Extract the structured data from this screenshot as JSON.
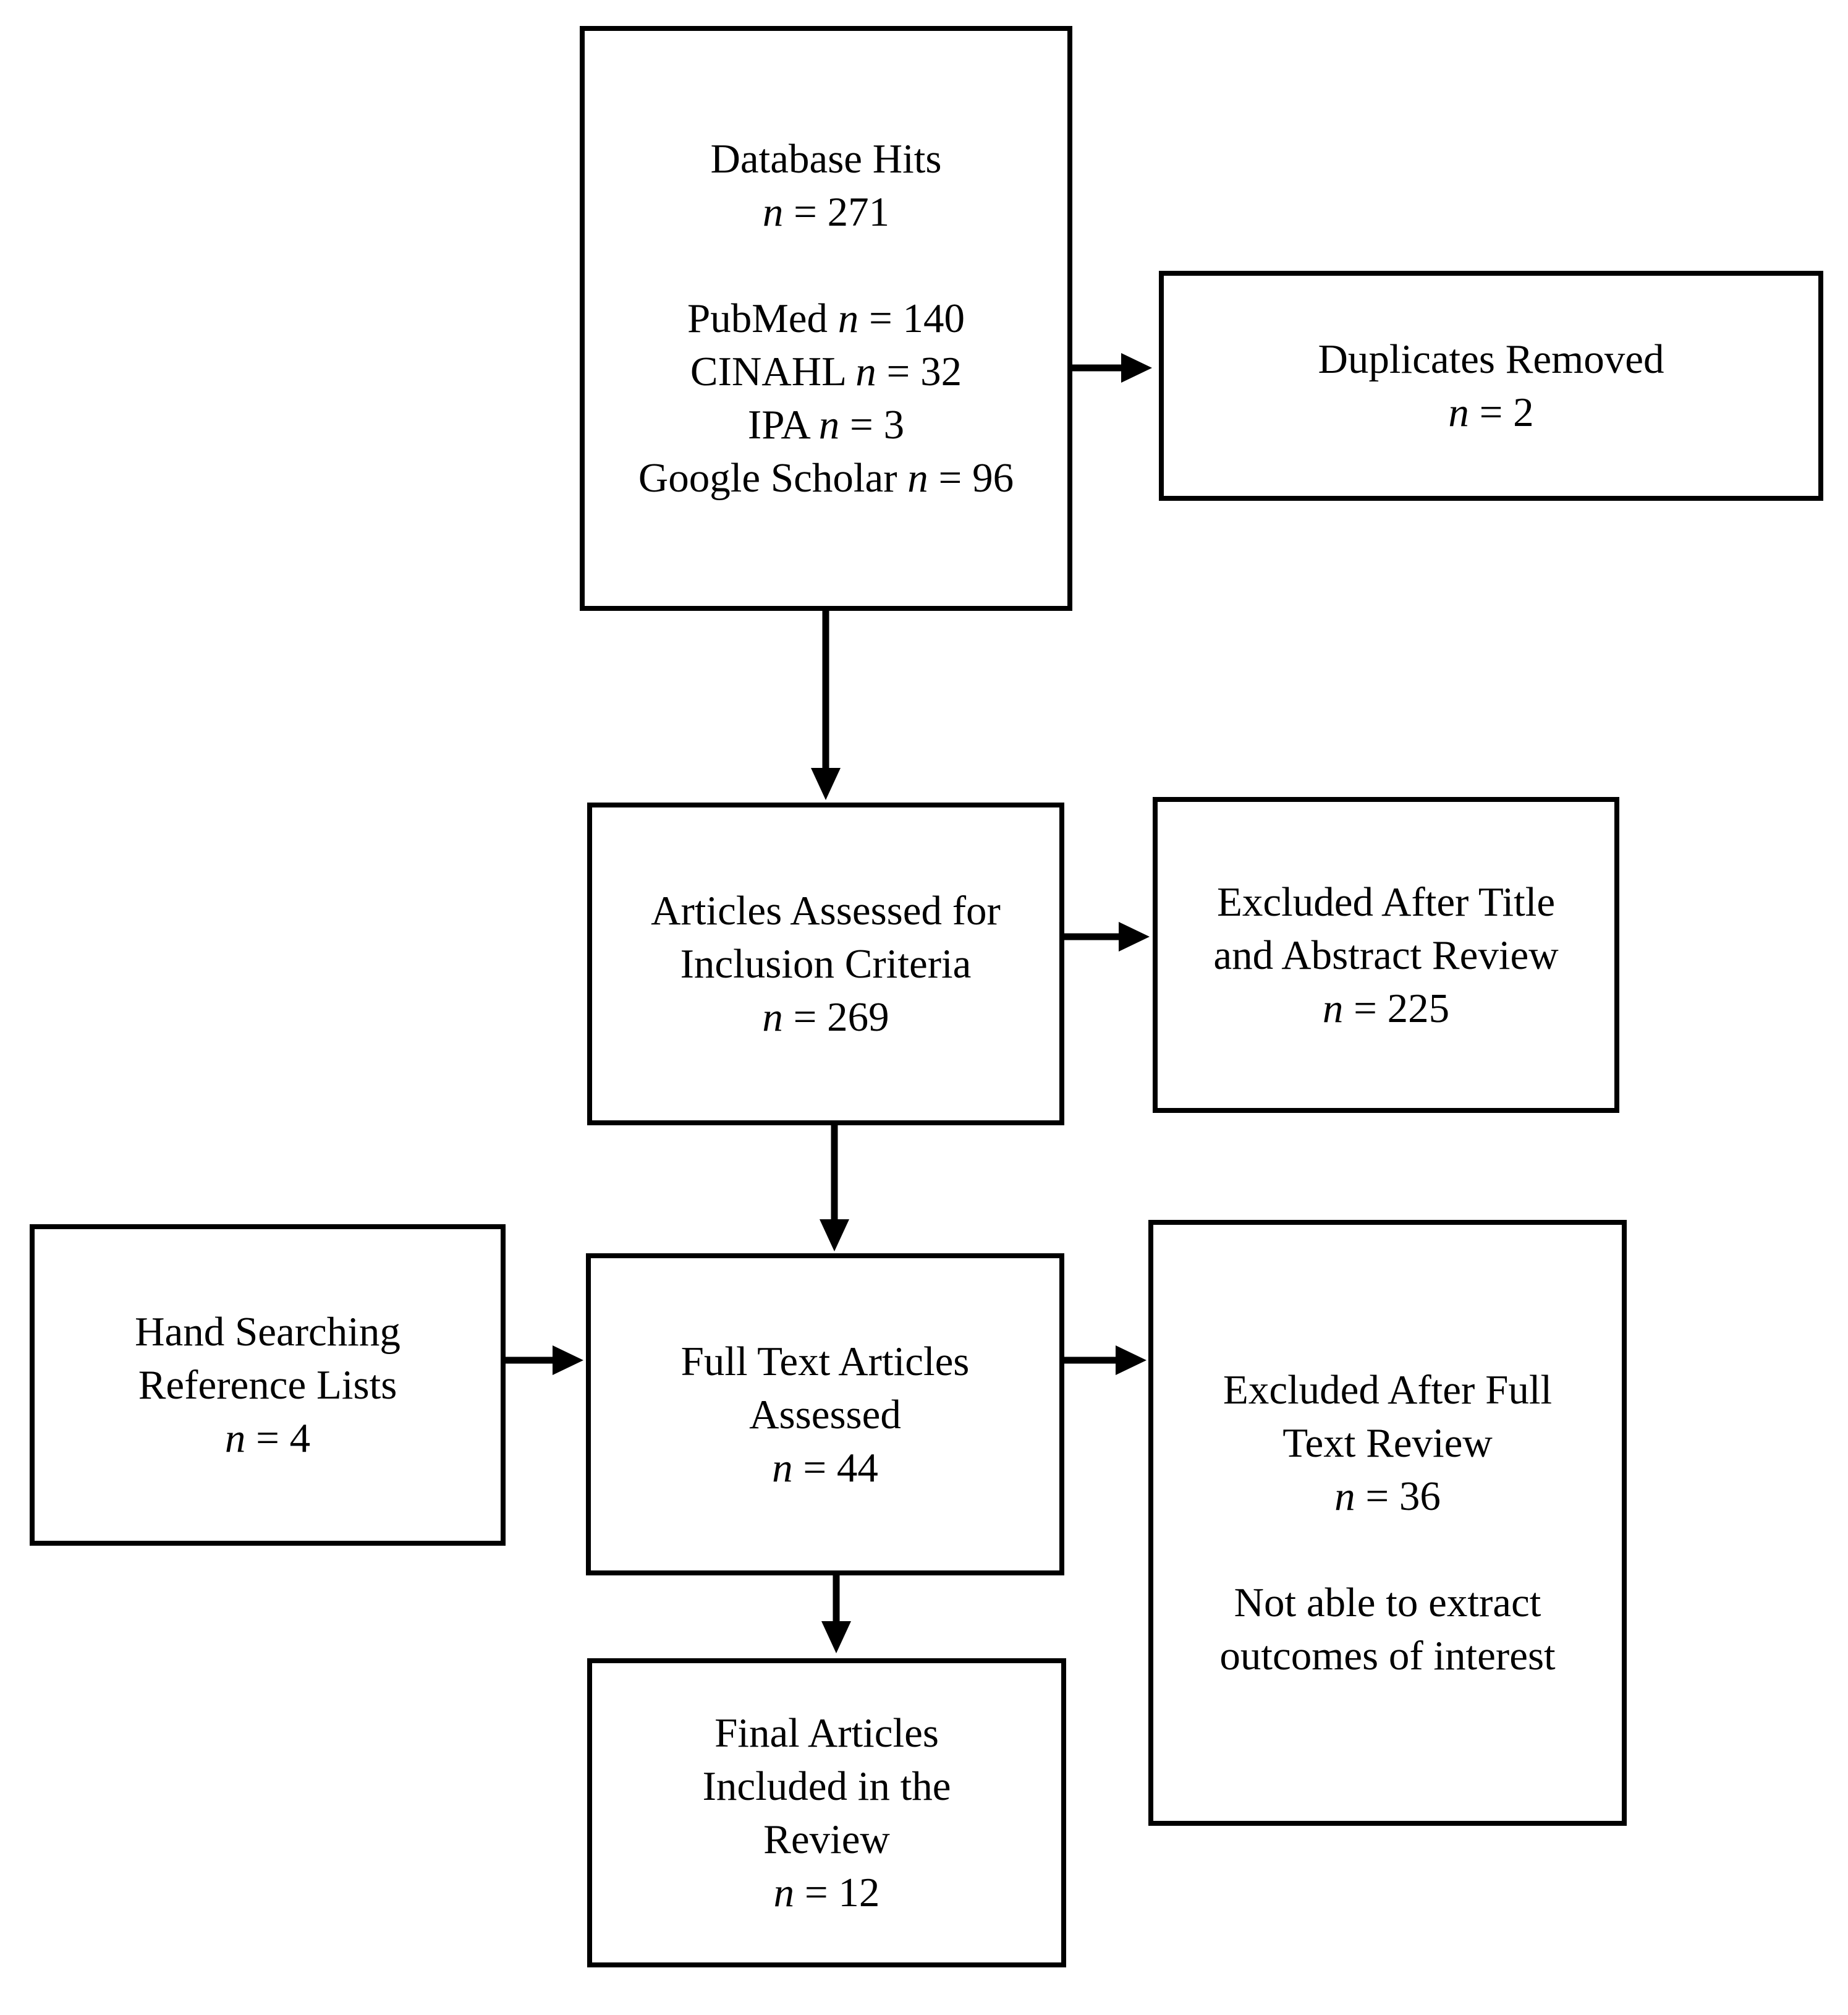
{
  "diagram": {
    "type": "flowchart",
    "background": "#ffffff",
    "line_color": "#000000",
    "boxes": {
      "database_hits": {
        "lines": [
          "Database Hits",
          "n = 271",
          "",
          "PubMed n = 140",
          "CINAHL n = 32",
          "IPA n = 3",
          "Google Scholar n = 96"
        ]
      },
      "duplicates_removed": {
        "lines": [
          "Duplicates Removed",
          "n = 2"
        ]
      },
      "articles_assessed": {
        "lines": [
          "Articles Assessed for",
          "Inclusion Criteria",
          "n = 269"
        ]
      },
      "excluded_title_abstract": {
        "lines": [
          "Excluded After Title",
          "and Abstract Review",
          "n = 225"
        ]
      },
      "hand_searching": {
        "lines": [
          "Hand Searching",
          "Reference Lists",
          "n = 4"
        ]
      },
      "full_text_assessed": {
        "lines": [
          "Full Text Articles",
          "Assessed",
          "n = 44"
        ]
      },
      "excluded_full_text": {
        "lines": [
          "Excluded After Full",
          "Text Review",
          "n = 36",
          "",
          "Not able to extract",
          "outcomes of interest"
        ]
      },
      "final_articles": {
        "lines": [
          "Final Articles",
          "Included in the",
          "Review",
          "n = 12"
        ]
      }
    },
    "edges": [
      {
        "from": "database_hits",
        "to": "duplicates_removed"
      },
      {
        "from": "database_hits",
        "to": "articles_assessed"
      },
      {
        "from": "articles_assessed",
        "to": "excluded_title_abstract"
      },
      {
        "from": "articles_assessed",
        "to": "full_text_assessed"
      },
      {
        "from": "hand_searching",
        "to": "full_text_assessed"
      },
      {
        "from": "full_text_assessed",
        "to": "excluded_full_text"
      },
      {
        "from": "full_text_assessed",
        "to": "final_articles"
      }
    ]
  }
}
